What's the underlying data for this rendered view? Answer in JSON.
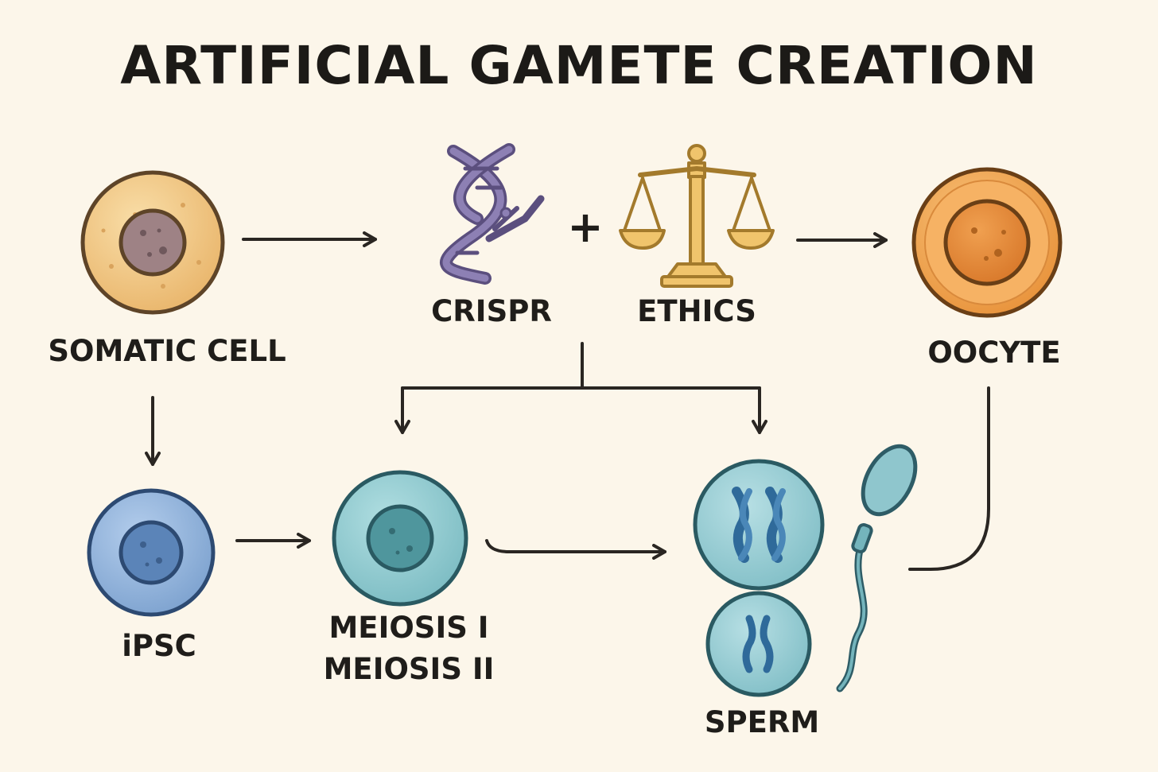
{
  "title": "ARTIFICIAL GAMETE CREATION",
  "labels": {
    "somatic_cell": "SOMATIC CELL",
    "crispr": "CRISPR",
    "ethics": "ETHICS",
    "oocyte": "OOCYTE",
    "ipsc": "iPSC",
    "meiosis_1": "MEIOSIS I",
    "meiosis_2": "MEIOSIS II",
    "sperm": "SPERM"
  },
  "plus_sign": "+",
  "colors": {
    "background": "#fcf6ea",
    "somatic_cell": "#f2c98a",
    "oocyte": "#f1a652",
    "ipsc": "#8fb3d9",
    "meiosis_cell": "#8ccbd1",
    "crispr_dna": "#7c6f9e",
    "ethics_scales": "#e9b75a",
    "arrow": "#2a2622"
  },
  "icons": {
    "crispr": "dna-scissors-icon",
    "ethics": "balance-scale-icon",
    "sperm": "sperm-cell-icon"
  }
}
